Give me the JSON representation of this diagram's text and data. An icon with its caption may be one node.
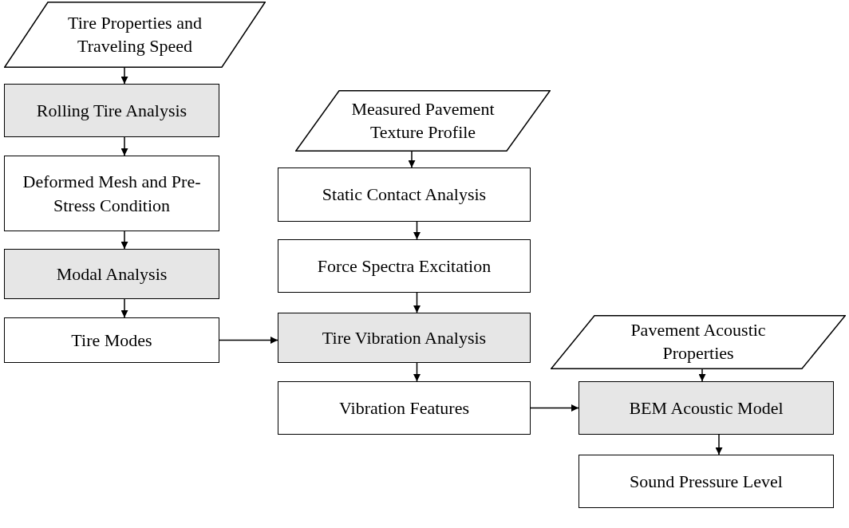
{
  "diagram": {
    "nodes": [
      {
        "text": [
          "Tire Properties and Traveling Speed"
        ]
      },
      {
        "text": [
          "Rolling Tire Analysis"
        ]
      },
      {
        "text": [
          "Deformed Mesh and Pre-Stress Condition"
        ]
      },
      {
        "text": [
          "Modal Analysis"
        ]
      },
      {
        "text": [
          "Tire Modes"
        ]
      },
      {
        "text": [
          "Measured Pavement Texture Profile"
        ]
      },
      {
        "text": [
          "Static Contact Analysis"
        ]
      },
      {
        "text": [
          "Force Spectra Excitation"
        ]
      },
      {
        "text": [
          "Tire Vibration Analysis"
        ]
      },
      {
        "text": [
          "Vibration Features"
        ]
      },
      {
        "text": [
          "Pavement Acoustic Properties"
        ]
      },
      {
        "text": [
          "BEM Acoustic Model"
        ]
      },
      {
        "text": [
          "Sound Pressure Level"
        ]
      }
    ],
    "edges": [
      {
        "from": 0,
        "to": 1,
        "arrow": "to"
      },
      {
        "from": 1,
        "to": 2,
        "arrow": "to"
      },
      {
        "from": 2,
        "to": 3,
        "arrow": "to"
      },
      {
        "from": 3,
        "to": 4,
        "arrow": "to"
      },
      {
        "from": 4,
        "to": 8,
        "arrow": "to"
      },
      {
        "from": 5,
        "to": 6,
        "arrow": "to"
      },
      {
        "from": 6,
        "to": 7,
        "arrow": "to"
      },
      {
        "from": 7,
        "to": 8,
        "arrow": "to"
      },
      {
        "from": 8,
        "to": 9,
        "arrow": "to"
      },
      {
        "from": 9,
        "to": 11,
        "arrow": "to"
      },
      {
        "from": 10,
        "to": 11,
        "arrow": "to"
      },
      {
        "from": 11,
        "to": 12,
        "arrow": "to"
      }
    ]
  }
}
